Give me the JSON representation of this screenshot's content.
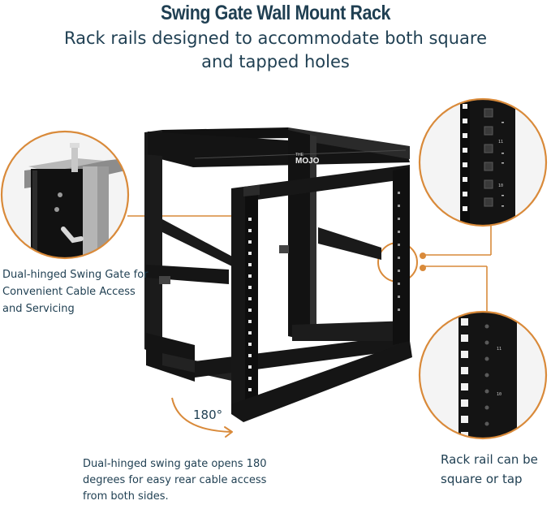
{
  "header": {
    "title": "Swing Gate Wall Mount Rack",
    "subtitle_line1": "Rack rails designed to accommodate both square",
    "subtitle_line2": "and tapped holes"
  },
  "callouts": {
    "left_line1": "Dual-hinged Swing Gate for",
    "left_line2": "Convenient Cable Access",
    "left_line3": "and Servicing",
    "bottom_line1": "Dual-hinged swing gate opens 180",
    "bottom_line2": "degrees for easy rear cable access",
    "bottom_line3": "from both sides.",
    "right_line1": "Rack rail can be",
    "right_line2": "square or tap",
    "angle": "180°"
  },
  "product": {
    "logo_small": "THE",
    "logo": "MOJO",
    "rail_marks_top": [
      "11",
      "10"
    ],
    "rail_marks_bottom": [
      "11",
      "10"
    ]
  },
  "colors": {
    "accent": "#d98a3a",
    "rack": "#151515",
    "text": "#1f3f52"
  }
}
